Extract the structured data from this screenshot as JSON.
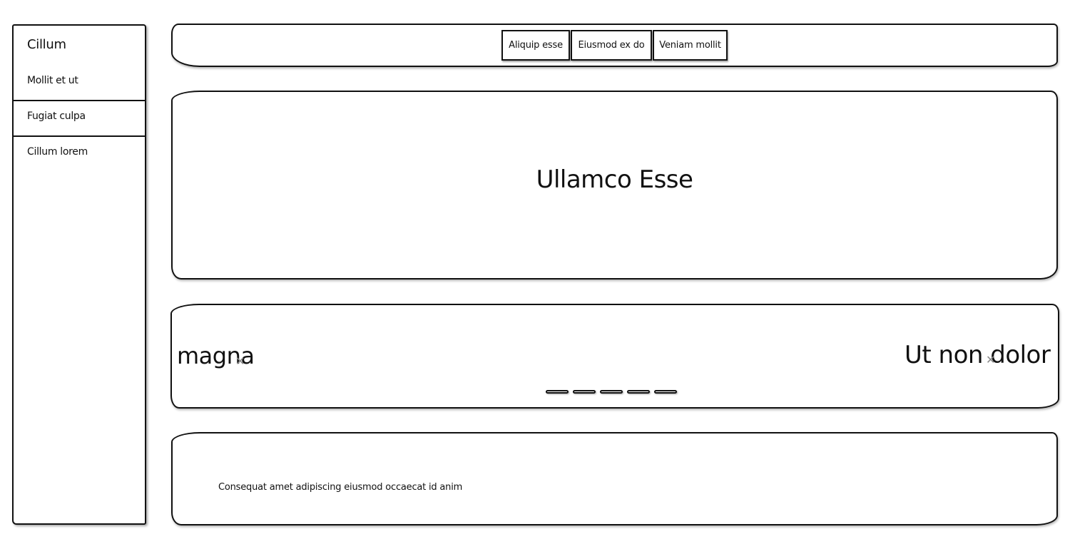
{
  "sidebar": {
    "title": "Cillum",
    "items": [
      {
        "label": "Mollit et ut"
      },
      {
        "label": "Fugiat culpa"
      },
      {
        "label": "Cillum lorem"
      }
    ]
  },
  "header": {
    "tabs": [
      {
        "label": "Aliquip esse"
      },
      {
        "label": "Eiusmod ex do"
      },
      {
        "label": "Veniam mollit"
      }
    ]
  },
  "hero": {
    "title": "Ullamco Esse"
  },
  "carousel": {
    "left_text": "magna",
    "right_text": "Ut non dolor",
    "close_icon": "close-icon",
    "page_count": 5
  },
  "content": {
    "text": "Consequat amet adipiscing eiusmod occaecat id anim"
  }
}
